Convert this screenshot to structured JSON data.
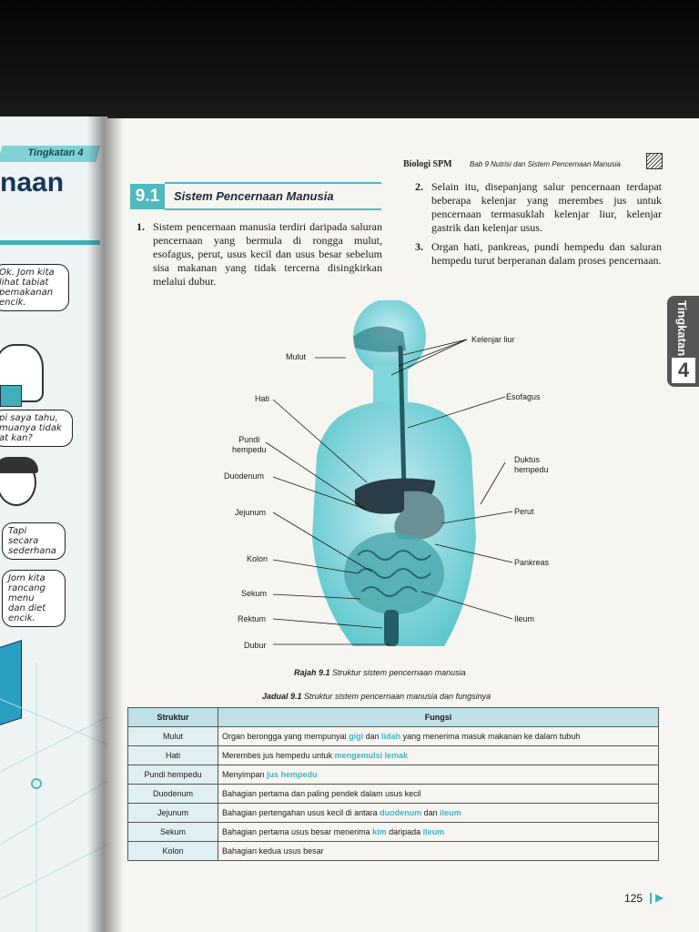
{
  "left_page": {
    "tab": "Tingkatan 4",
    "title_fragment": "naan",
    "bubbles": [
      "Ok. Jom kita\nlihat tabiat\npemakanan\nencik.",
      "pi saya tahu,\nmuanya tidak\nat kan?",
      "Tapi\nsecara\nsederhana",
      "Jom kita\nrancang\nmenu\ndan diet\nencik."
    ]
  },
  "header": {
    "subject": "Biologi SPM",
    "chapter": "Bab 9  Nutrisi dan Sistem Pencernaan Manusia"
  },
  "section": {
    "number": "9.1",
    "title": "Sistem Pencernaan Manusia"
  },
  "paragraphs": [
    {
      "num": "1.",
      "text": "Sistem pencernaan manusia terdiri daripada saluran pencernaan yang bermula di rongga mulut, esofagus, perut, usus kecil dan usus besar sebelum sisa makanan yang tidak tercerna disingkirkan melalui dubur."
    },
    {
      "num": "2.",
      "text": "Selain itu, disepanjang salur pencernaan terdapat beberapa kelenjar yang merembes jus untuk pencernaan termasuklah kelenjar liur, kelenjar gastrik dan kelenjar usus."
    },
    {
      "num": "3.",
      "text": "Organ hati, pankreas, pundi hempedu dan saluran hempedu turut berperanan dalam proses pencernaan."
    }
  ],
  "side_tab": {
    "label": "Tingkatan",
    "number": "4"
  },
  "diagram_labels": {
    "mulut": "Mulut",
    "hati": "Hati",
    "pundi": "Pundi\nhempedu",
    "duodenum": "Duodenum",
    "jejunum": "Jejunum",
    "kolon": "Kolon",
    "sekum": "Sekum",
    "rektum": "Rektum",
    "dubur": "Dubur",
    "kelenjar": "Kelenjar liur",
    "esofagus": "Esofagus",
    "duktus": "Duktus\nhempedu",
    "perut": "Perut",
    "pankreas": "Pankreas",
    "ileum": "Ileum"
  },
  "figure_caption": {
    "bold": "Rajah 9.1",
    "text": " Struktur sistem pencernaan manusia"
  },
  "table_caption": {
    "bold": "Jadual 9.1",
    "text": " Struktur sistem pencernaan manusia dan fungsinya"
  },
  "table": {
    "headers": [
      "Struktur",
      "Fungsi"
    ],
    "rows": [
      {
        "s": "Mulut",
        "parts": [
          [
            "Organ berongga yang mempunyai ",
            false
          ],
          [
            "gigi",
            true
          ],
          [
            " dan ",
            false
          ],
          [
            "lidah",
            true
          ],
          [
            " yang menerima masuk makanan ke dalam tubuh",
            false
          ]
        ]
      },
      {
        "s": "Hati",
        "parts": [
          [
            "Merembes jus hempedu untuk ",
            false
          ],
          [
            "mengemulsi lemak",
            true
          ]
        ]
      },
      {
        "s": "Pundi hempedu",
        "parts": [
          [
            "Menyimpan ",
            false
          ],
          [
            "jus hempedu",
            true
          ]
        ]
      },
      {
        "s": "Duodenum",
        "parts": [
          [
            "Bahagian pertama dan paling pendek dalam usus kecil",
            false
          ]
        ]
      },
      {
        "s": "Jejunum",
        "parts": [
          [
            "Bahagian pertengahan usus kecil di antara ",
            false
          ],
          [
            "duodenum",
            true
          ],
          [
            " dan ",
            false
          ],
          [
            "ileum",
            true
          ]
        ]
      },
      {
        "s": "Sekum",
        "parts": [
          [
            "Bahagian pertama usus besar menerima ",
            false
          ],
          [
            "kim",
            true
          ],
          [
            " daripada ",
            false
          ],
          [
            "ileum",
            true
          ]
        ]
      },
      {
        "s": "Kolon",
        "parts": [
          [
            "Bahagian kedua usus besar",
            false
          ]
        ]
      }
    ]
  },
  "page_number": "125",
  "colors": {
    "accent": "#4fb9c0",
    "highlight": "#3ab6c6",
    "body": "#7fd6dc"
  }
}
